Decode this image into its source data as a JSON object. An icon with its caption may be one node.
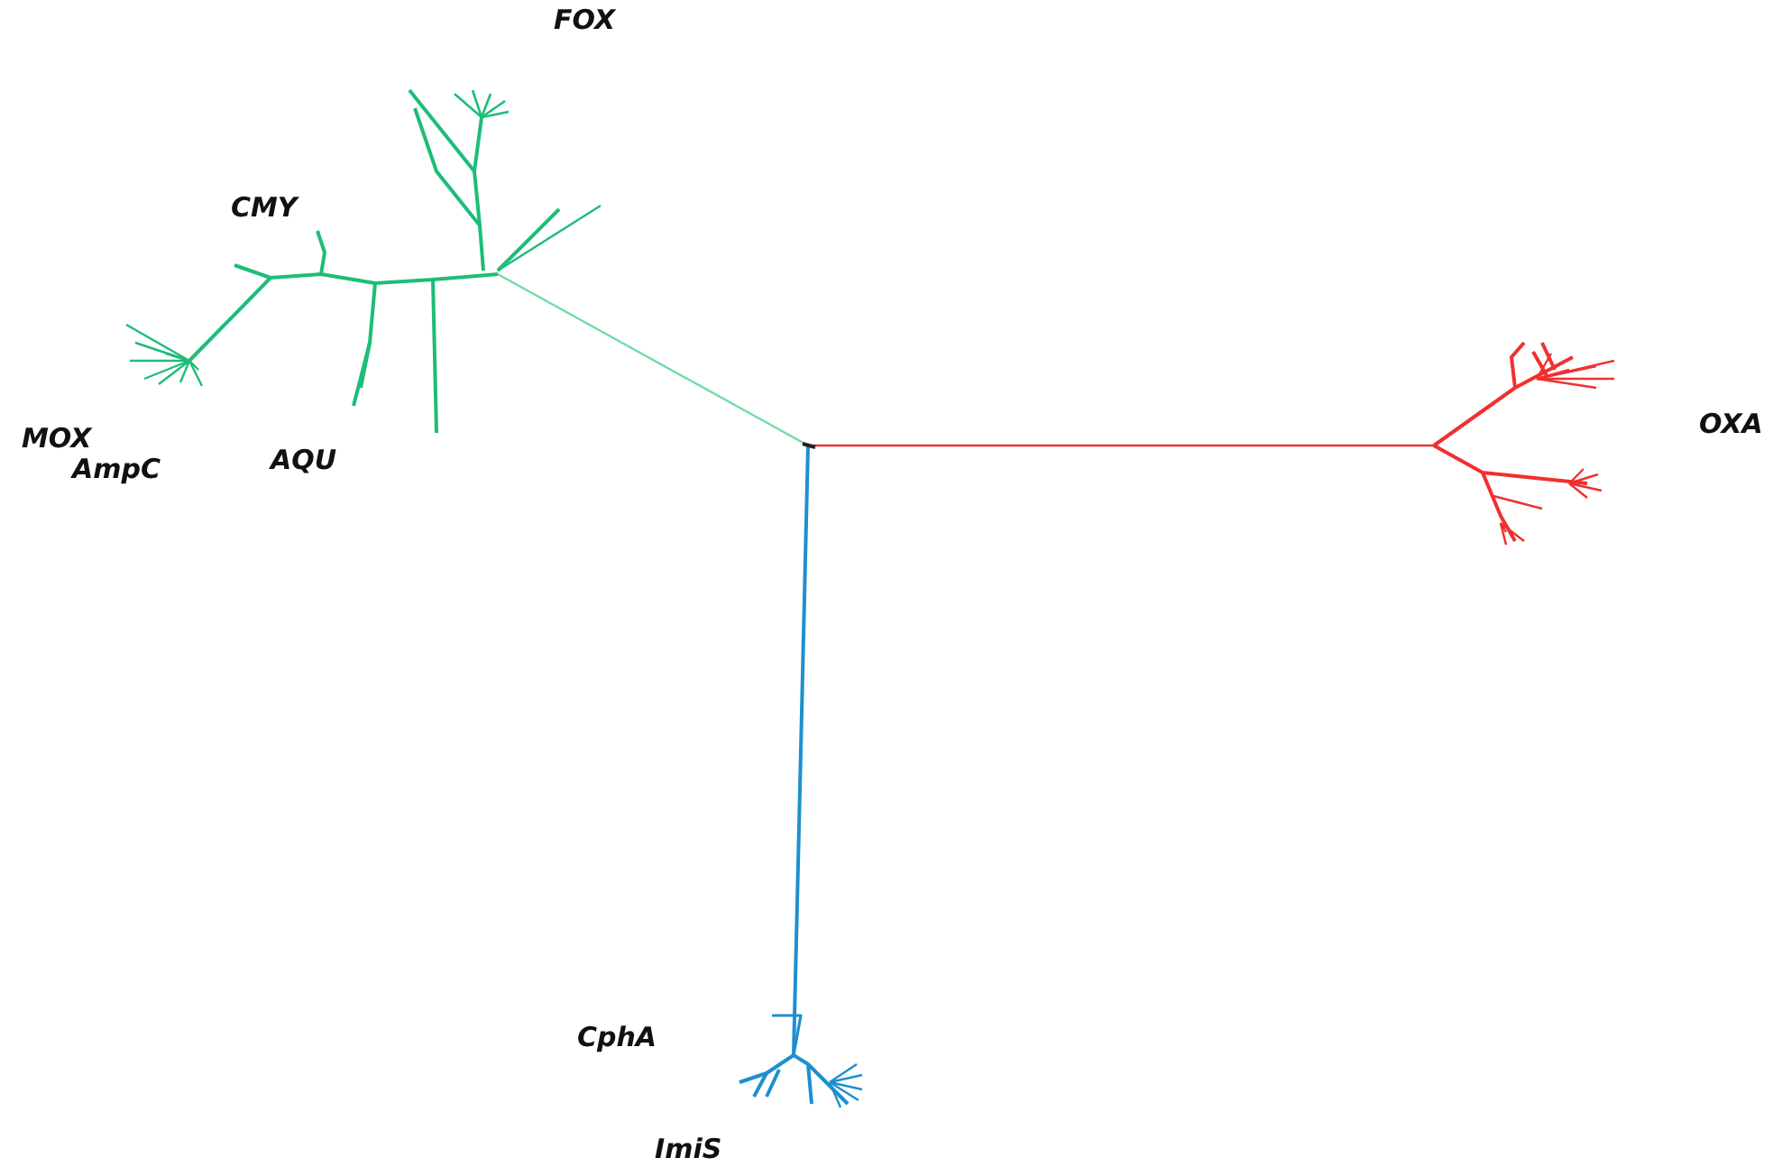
{
  "diagram": {
    "labels": [
      "FOX",
      "CMY",
      "MOX",
      "AmpC",
      "AQU",
      "OXA",
      "CphA",
      "ImiS"
    ]
  }
}
